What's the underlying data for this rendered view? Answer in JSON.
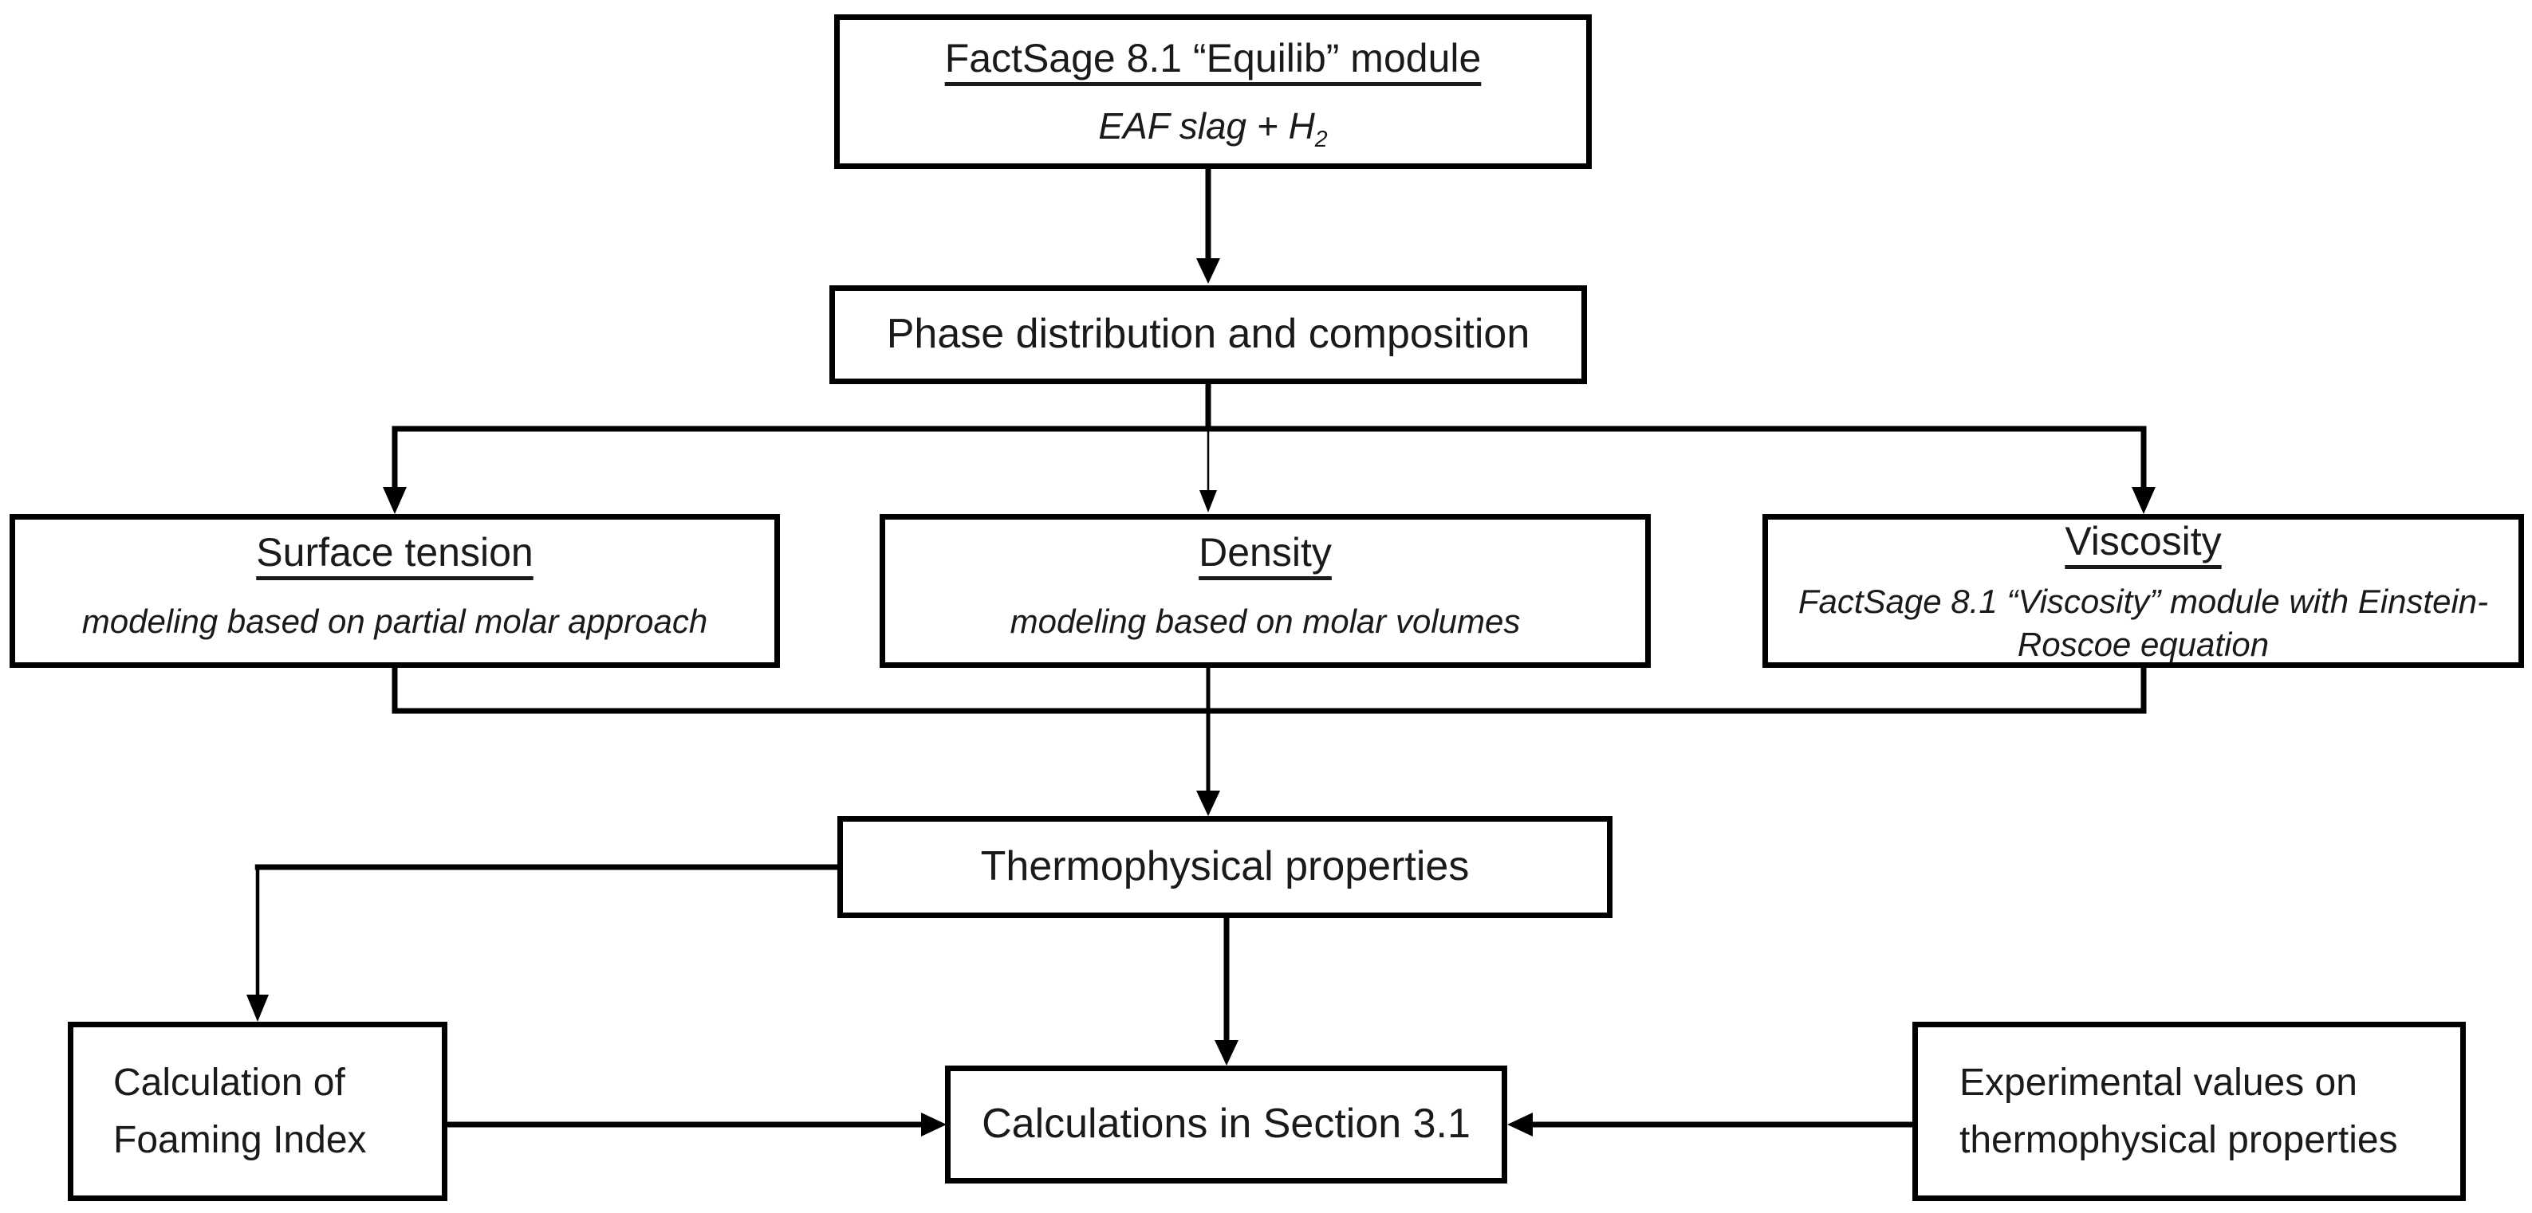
{
  "figure": {
    "background_color": "#ffffff",
    "line_color": "#000000",
    "text_color": "#1a1a1a",
    "boxes": {
      "equilib": {
        "title": "FactSage 8.1 “Equilib” module",
        "subtitle_main": "EAF slag + H",
        "subtitle_subscript": "2"
      },
      "phase": {
        "label": "Phase distribution and composition"
      },
      "surface_tension": {
        "title": "Surface tension",
        "note": "modeling based on partial molar approach"
      },
      "density": {
        "title": "Density",
        "note": "modeling based on molar volumes"
      },
      "viscosity": {
        "title": "Viscosity",
        "note": "FactSage 8.1 “Viscosity” module with Einstein-Roscoe equation"
      },
      "thermophysical": {
        "label": "Thermophysical properties"
      },
      "foaming_index": {
        "label": "Calculation of Foaming Index"
      },
      "calculations": {
        "label": "Calculations in Section 3.1"
      },
      "experimental": {
        "label": "Experimental values on thermophysical properties"
      }
    }
  }
}
